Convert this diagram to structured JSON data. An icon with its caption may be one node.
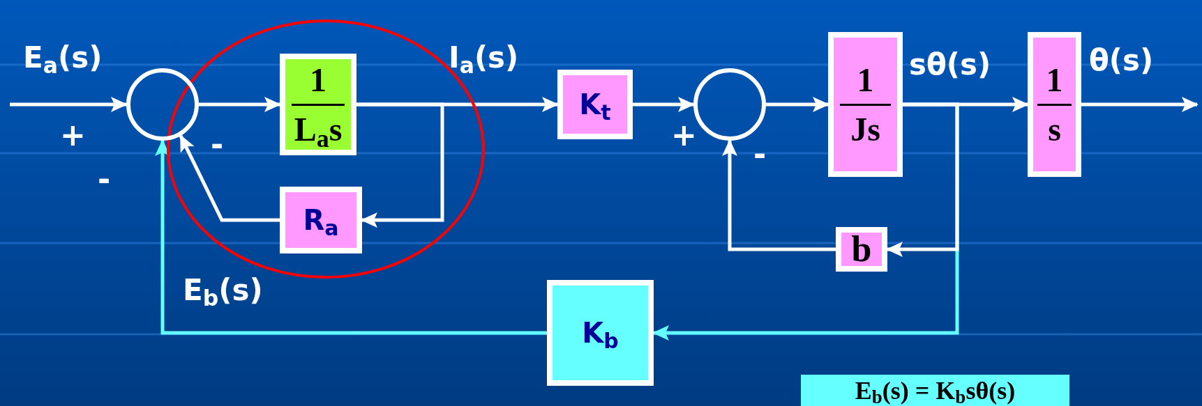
{
  "diagram": {
    "nodes": [
      {
        "text": [],
        "shape": "circle"
      },
      {
        "text": [
          "1",
          "L$_{a}$s"
        ]
      },
      {
        "text": [
          "R$_{a}$"
        ]
      },
      {
        "text": [
          "K$_{t}$"
        ]
      },
      {
        "text": [],
        "shape": "circle"
      },
      {
        "text": [
          "1",
          "Js"
        ]
      },
      {
        "text": [
          "1",
          "s"
        ]
      },
      {
        "text": [
          "b"
        ]
      },
      {
        "text": [
          "K$_{b}$"
        ]
      },
      {
        "text": [
          "E$_{b}$(s) = K$_{b}$sθ(s)"
        ]
      }
    ],
    "edges": [
      {
        "from": null,
        "to": 0,
        "arrow": "to"
      },
      {
        "from": 0,
        "to": 1,
        "arrow": "to"
      },
      {
        "from": 1,
        "to": 3,
        "arrow": "to"
      },
      {
        "from": 1,
        "to": 2,
        "arrow": "to"
      },
      {
        "from": 2,
        "to": 0,
        "arrow": "to"
      },
      {
        "from": 3,
        "to": 4,
        "arrow": "to"
      },
      {
        "from": 4,
        "to": 5,
        "arrow": "to"
      },
      {
        "from": 5,
        "to": 6,
        "arrow": "to"
      },
      {
        "from": 5,
        "to": 7,
        "arrow": "to"
      },
      {
        "from": 7,
        "to": 4,
        "arrow": "to"
      },
      {
        "from": 6,
        "to": null,
        "arrow": "to"
      },
      {
        "from": 5,
        "to": 8,
        "arrow": "to",
        "color": "#66ffff"
      },
      {
        "from": 8,
        "to": 0,
        "arrow": "to",
        "color": "#66ffff"
      }
    ],
    "labels": [
      "E$_{a}$(s)",
      "I$_{a}$(s)",
      "sθ(s)",
      "θ(s)",
      "+",
      "-",
      "+",
      "-",
      "-",
      "E$_{b}$(s)"
    ]
  }
}
